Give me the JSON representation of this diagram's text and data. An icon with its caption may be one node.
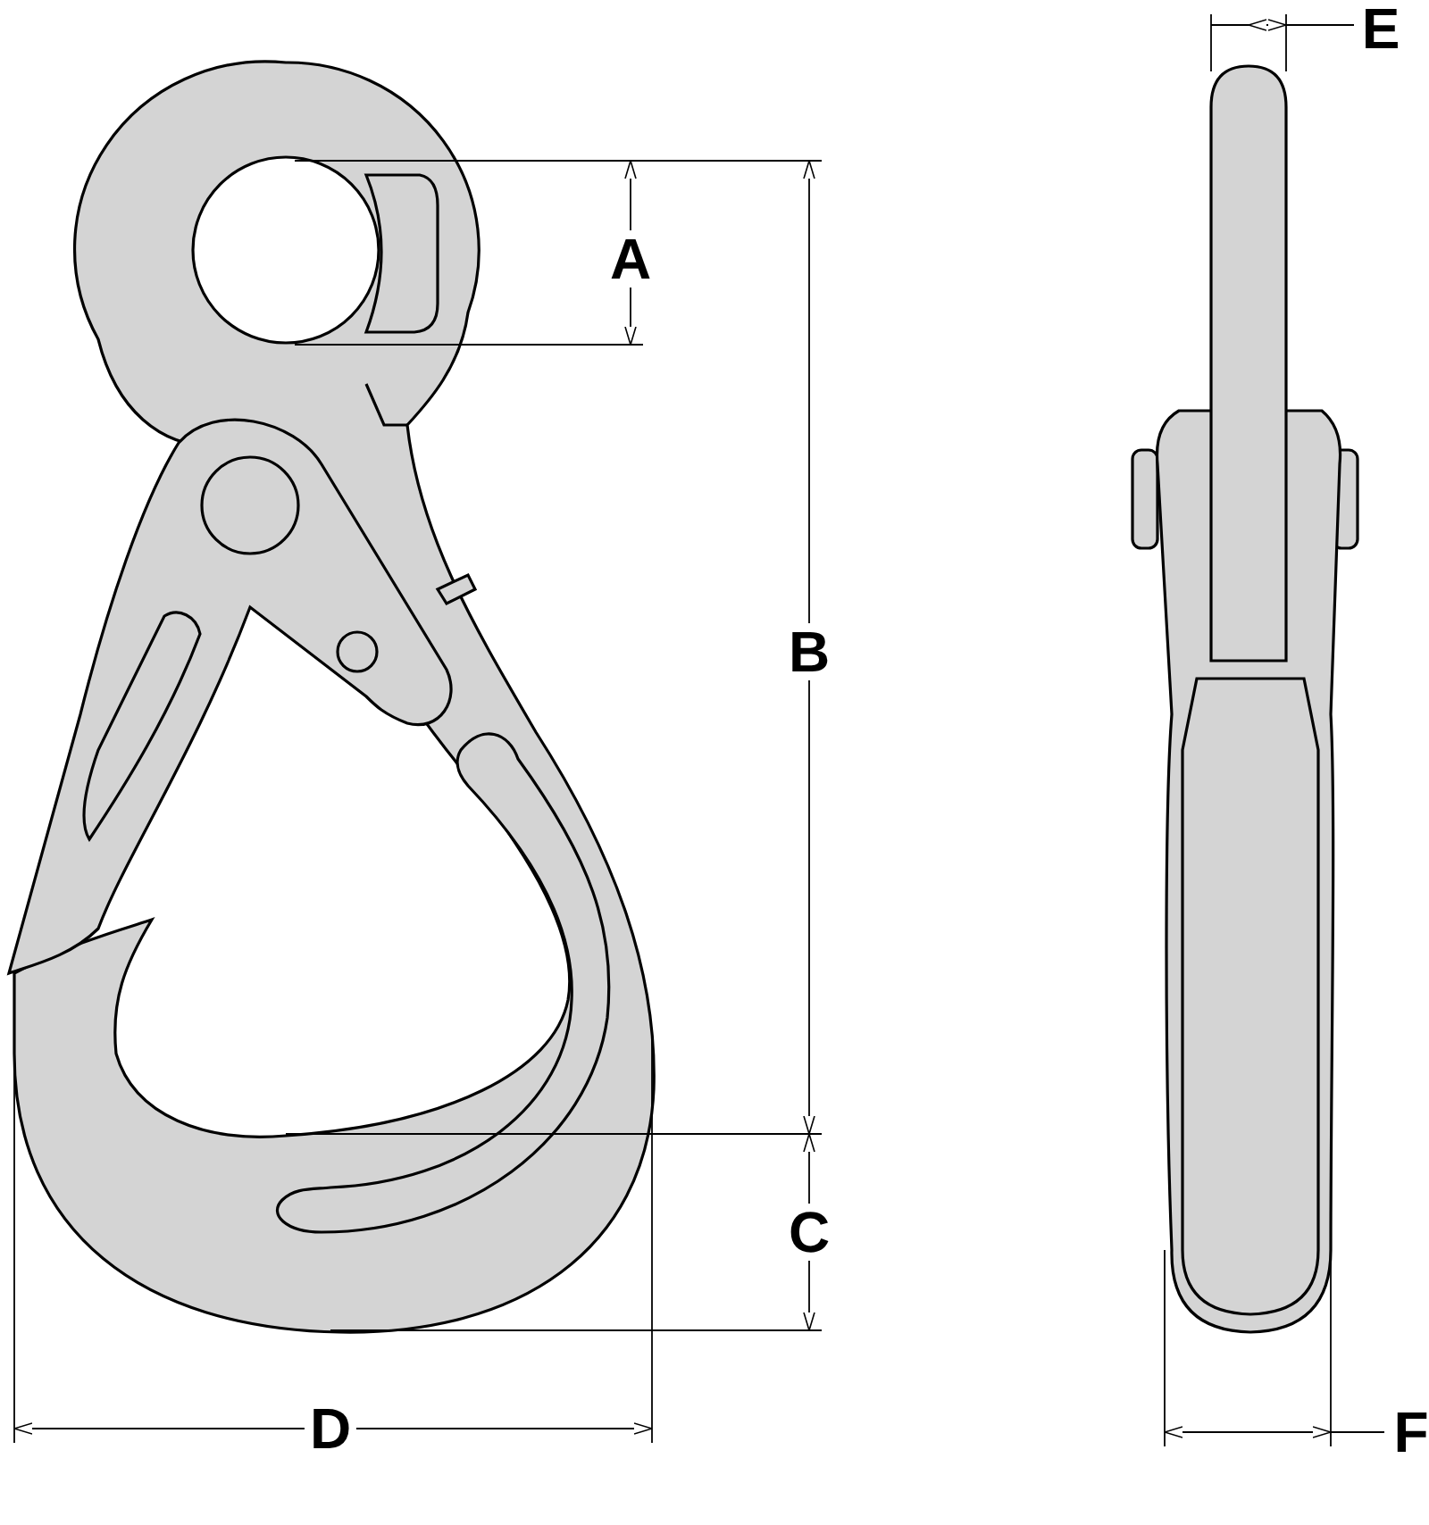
{
  "diagram": {
    "labels": [
      "E",
      "A",
      "B",
      "C",
      "D",
      "F"
    ]
  }
}
